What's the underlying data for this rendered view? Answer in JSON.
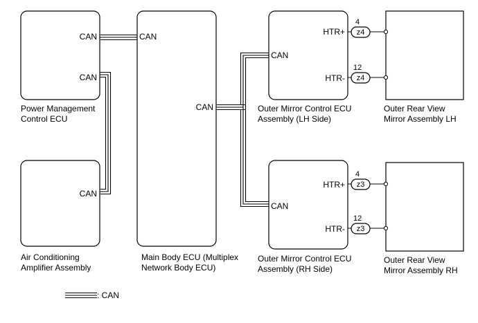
{
  "ecus": {
    "power_mgmt": {
      "line1": "Power Management",
      "line2": "Control ECU",
      "port_top": "CAN",
      "port_bottom": "CAN"
    },
    "air_cond": {
      "line1": "Air Conditioning",
      "line2": "Amplifier Assembly",
      "port": "CAN"
    },
    "main_body": {
      "line1": "Main Body ECU (Multiplex",
      "line2": "Network Body ECU)",
      "port_left": "CAN",
      "port_right": "CAN"
    },
    "mirror_ecu_lh": {
      "line1": "Outer Mirror Control ECU",
      "line2": "Assembly (LH Side)",
      "port": "CAN",
      "pin_plus": "HTR+",
      "pin_minus": "HTR-"
    },
    "mirror_ecu_rh": {
      "line1": "Outer Mirror Control ECU",
      "line2": "Assembly (RH Side)",
      "port": "CAN",
      "pin_plus": "HTR+",
      "pin_minus": "HTR-"
    },
    "mirror_lh": {
      "line1": "Outer Rear View",
      "line2": "Mirror Assembly LH"
    },
    "mirror_rh": {
      "line1": "Outer Rear View",
      "line2": "Mirror Assembly RH"
    }
  },
  "connectors": {
    "lh_plus": {
      "pin": "4",
      "code": "z4"
    },
    "lh_minus": {
      "pin": "12",
      "code": "z4"
    },
    "rh_plus": {
      "pin": "4",
      "code": "z3"
    },
    "rh_minus": {
      "pin": "12",
      "code": "z3"
    }
  },
  "legend": {
    "label": ": CAN"
  }
}
